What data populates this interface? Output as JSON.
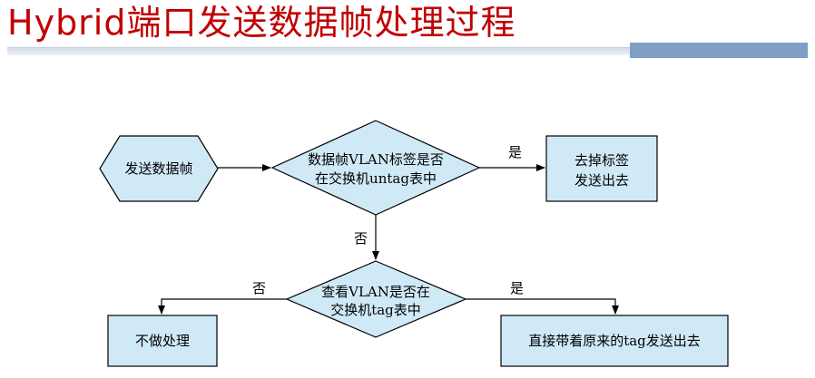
{
  "slide": {
    "title": "Hybrid端口发送数据帧处理过程"
  },
  "colors": {
    "title": "#c00000",
    "node_fill": "#cfe9f7",
    "node_stroke": "#000000",
    "accent_bar": "#7f9fc7"
  },
  "diagram": {
    "nodes": {
      "start": {
        "lines": [
          "发送数据帧"
        ]
      },
      "decision1": {
        "lines": [
          "数据帧VLAN标签是否",
          "在交换机untag表中"
        ]
      },
      "action_strip": {
        "lines": [
          "去掉标签",
          "发送出去"
        ]
      },
      "decision2": {
        "lines": [
          "查看VLAN是否在",
          "交换机tag表中"
        ]
      },
      "action_drop": {
        "lines": [
          "不做处理"
        ]
      },
      "action_forward": {
        "lines": [
          "直接带着原来的tag发送出去"
        ]
      }
    },
    "edges": {
      "d1_yes": "是",
      "d1_no": "否",
      "d2_no": "否",
      "d2_yes": "是"
    }
  }
}
